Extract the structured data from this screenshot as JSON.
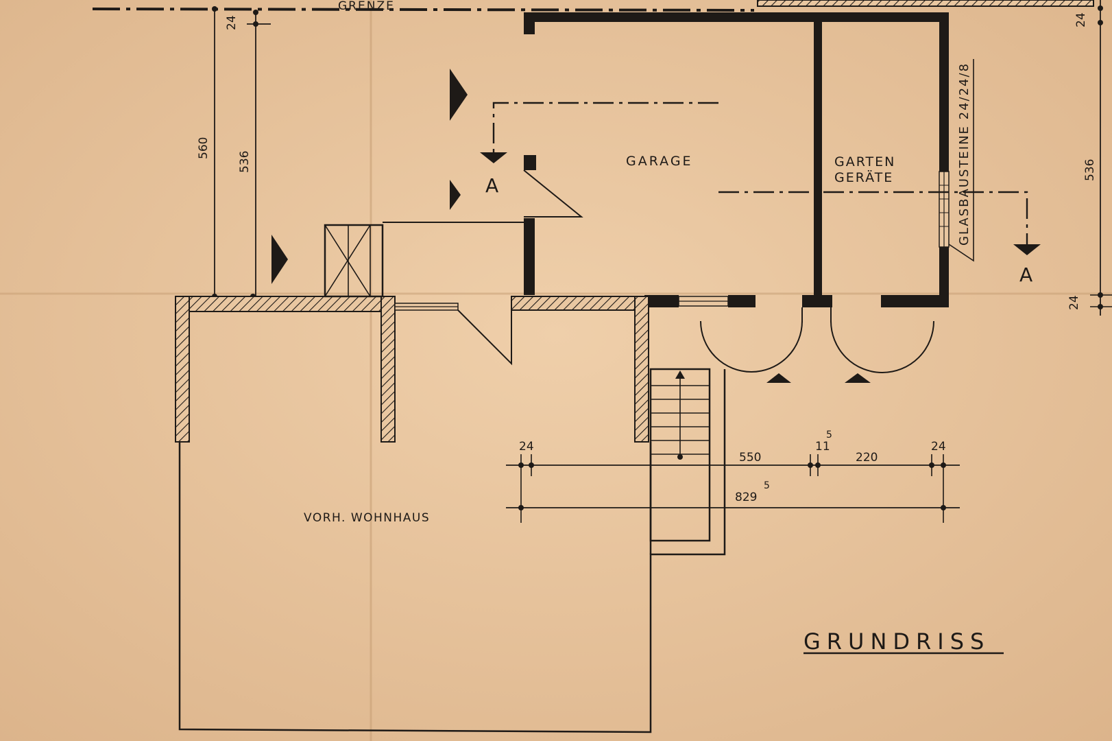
{
  "colors": {
    "paper": "#e9c7a1",
    "ink": "#1e1a17"
  },
  "labels": {
    "grenze": "GRENZE",
    "garage": "GARAGE",
    "garten_line1": "GARTEN",
    "garten_line2": "GERÄTE",
    "glasbausteine": "GLASBAUSTEINE 24/24/8",
    "wohnhaus": "VORH. WOHNHAUS",
    "grundriss": "GRUNDRISS",
    "section_mark": "A"
  },
  "dimensions": {
    "left_560": "560",
    "left_536": "536",
    "left_24": "24",
    "right_536": "536",
    "right_24_top": "24",
    "right_24_bottom": "24",
    "d_24_left": "24",
    "d_550": "550",
    "d_11": "11",
    "d_11_sup": "5",
    "d_220": "220",
    "d_24_right": "24",
    "d_829": "829",
    "d_829_sup": "5"
  }
}
